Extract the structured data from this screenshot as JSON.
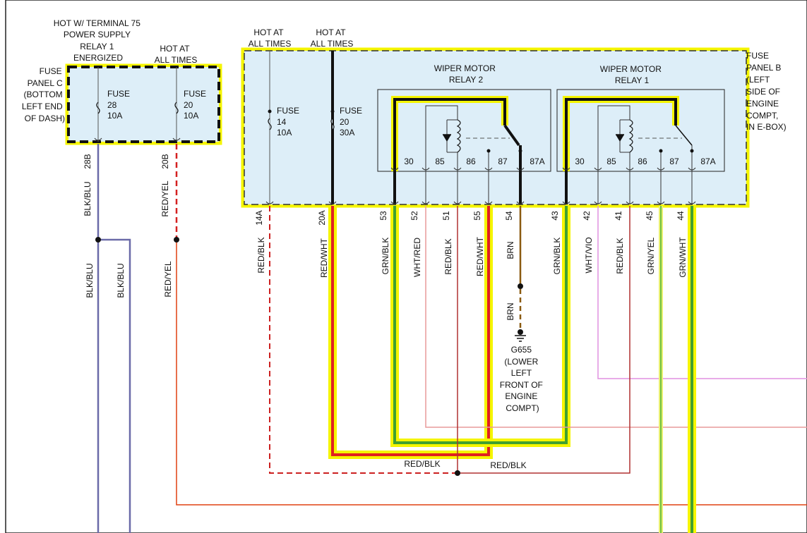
{
  "colors": {
    "fuse_box_fill": "#ddeef8",
    "highlight": "#f5f500",
    "blk_blu": "#6a6aa8",
    "red_yel": "#e04010",
    "red_blk": "#cc2020",
    "red_wht": "#e02020",
    "grn_blk": "#40a030",
    "wht_red": "#e89a9a",
    "brn": "#8a5a10",
    "wht_vio": "#e090e0",
    "grn_yel": "#b0e030",
    "grn_wht": "#70c040"
  },
  "fuse_panel_c": {
    "title": [
      "FUSE",
      "PANEL C",
      "(BOTTOM",
      "LEFT END",
      "OF DASH)"
    ],
    "supply_1": [
      "HOT W/ TERMINAL 75",
      "POWER SUPPLY",
      "RELAY 1",
      "ENERGIZED"
    ],
    "supply_2": [
      "HOT AT",
      "ALL TIMES"
    ],
    "fuses": [
      {
        "label": "FUSE",
        "number": "28",
        "rating": "10A",
        "terminal": "28B",
        "wire": "BLK/BLU"
      },
      {
        "label": "FUSE",
        "number": "20",
        "rating": "10A",
        "terminal": "20B",
        "wire": "RED/YEL"
      }
    ]
  },
  "fuse_panel_b": {
    "title": [
      "FUSE",
      "PANEL B",
      "(LEFT",
      "SIDE OF",
      "ENGINE",
      "COMPT,",
      "IN E-BOX)"
    ],
    "supply_1": [
      "HOT AT",
      "ALL TIMES"
    ],
    "supply_2": [
      "HOT AT",
      "ALL TIMES"
    ],
    "fuses": [
      {
        "label": "FUSE",
        "number": "14",
        "rating": "10A",
        "terminal": "14A",
        "wire": "RED/BLK"
      },
      {
        "label": "FUSE",
        "number": "20",
        "rating": "30A",
        "terminal": "20A",
        "wire": "RED/WHT"
      }
    ]
  },
  "relay_2": {
    "title": [
      "WIPER MOTOR",
      "RELAY 2"
    ],
    "pins": [
      "30",
      "85",
      "86",
      "87",
      "87A"
    ],
    "terminals": [
      "53",
      "52",
      "51",
      "55",
      "54"
    ],
    "wires": [
      "GRN/BLK",
      "WHT/RED",
      "RED/BLK",
      "RED/WHT",
      "BRN"
    ]
  },
  "relay_1": {
    "title": [
      "WIPER MOTOR",
      "RELAY 1"
    ],
    "pins": [
      "30",
      "85",
      "86",
      "87",
      "87A"
    ],
    "terminals": [
      "43",
      "42",
      "41",
      "45",
      "44"
    ],
    "wires": [
      "GRN/BLK",
      "WHT/VIO",
      "RED/BLK",
      "GRN/YEL",
      "GRN/WHT"
    ]
  },
  "lower_wires": {
    "blk_blu_1": "BLK/BLU",
    "blk_blu_2": "BLK/BLU",
    "red_yel": "RED/YEL",
    "brn": "BRN",
    "red_blk_left": "RED/BLK",
    "red_blk_right": "RED/BLK"
  },
  "ground": {
    "id": "G655",
    "location": [
      "(LOWER",
      "LEFT",
      "FRONT OF",
      "ENGINE",
      "COMPT)"
    ]
  }
}
